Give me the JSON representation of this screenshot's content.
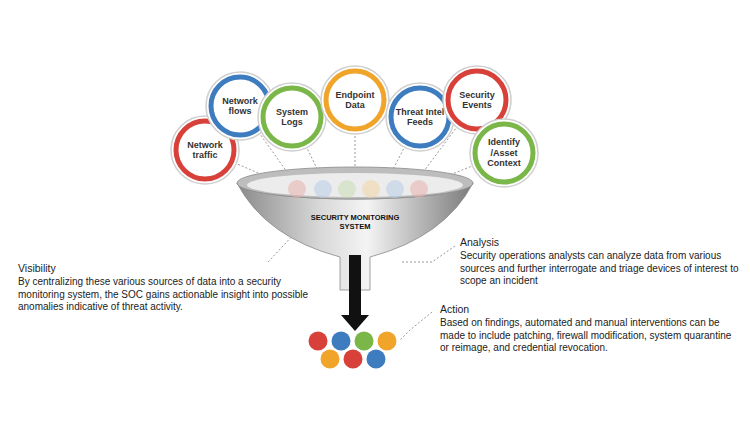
{
  "diagram": {
    "nodes": [
      {
        "text": [
          "Network traffic"
        ]
      },
      {
        "text": [
          "Network flows"
        ]
      },
      {
        "text": [
          "System Logs"
        ]
      },
      {
        "text": [
          "Endpoint Data"
        ]
      },
      {
        "text": [
          "Threat Intel Feeds"
        ]
      },
      {
        "text": [
          "Security Events"
        ]
      },
      {
        "text": [
          "Identify /Asset Context"
        ]
      },
      {
        "text": [
          "SECURITY MONITORING SYSTEM"
        ]
      }
    ],
    "edges": [
      {
        "from": 0,
        "to": 7,
        "arrow": "none"
      },
      {
        "from": 1,
        "to": 7,
        "arrow": "none"
      },
      {
        "from": 2,
        "to": 7,
        "arrow": "none"
      },
      {
        "from": 3,
        "to": 7,
        "arrow": "none"
      },
      {
        "from": 4,
        "to": 7,
        "arrow": "none"
      },
      {
        "from": 5,
        "to": 7,
        "arrow": "none"
      },
      {
        "from": 6,
        "to": 7,
        "arrow": "none"
      }
    ],
    "labels": [
      "Visibility",
      "By centralizing these various sources of data into a security monitoring system, the SOC gains actionable insight into possible anomalies indicative of threat activity.",
      "Analysis",
      "Security operations analysts can analyze data from various sources and further interrogate and triage devices of interest to scope an incident",
      "Action",
      "Based on findings, automated and manual interventions can be made to include patching, firewall modification, system quarantine or reimage, and credential revocation."
    ]
  }
}
